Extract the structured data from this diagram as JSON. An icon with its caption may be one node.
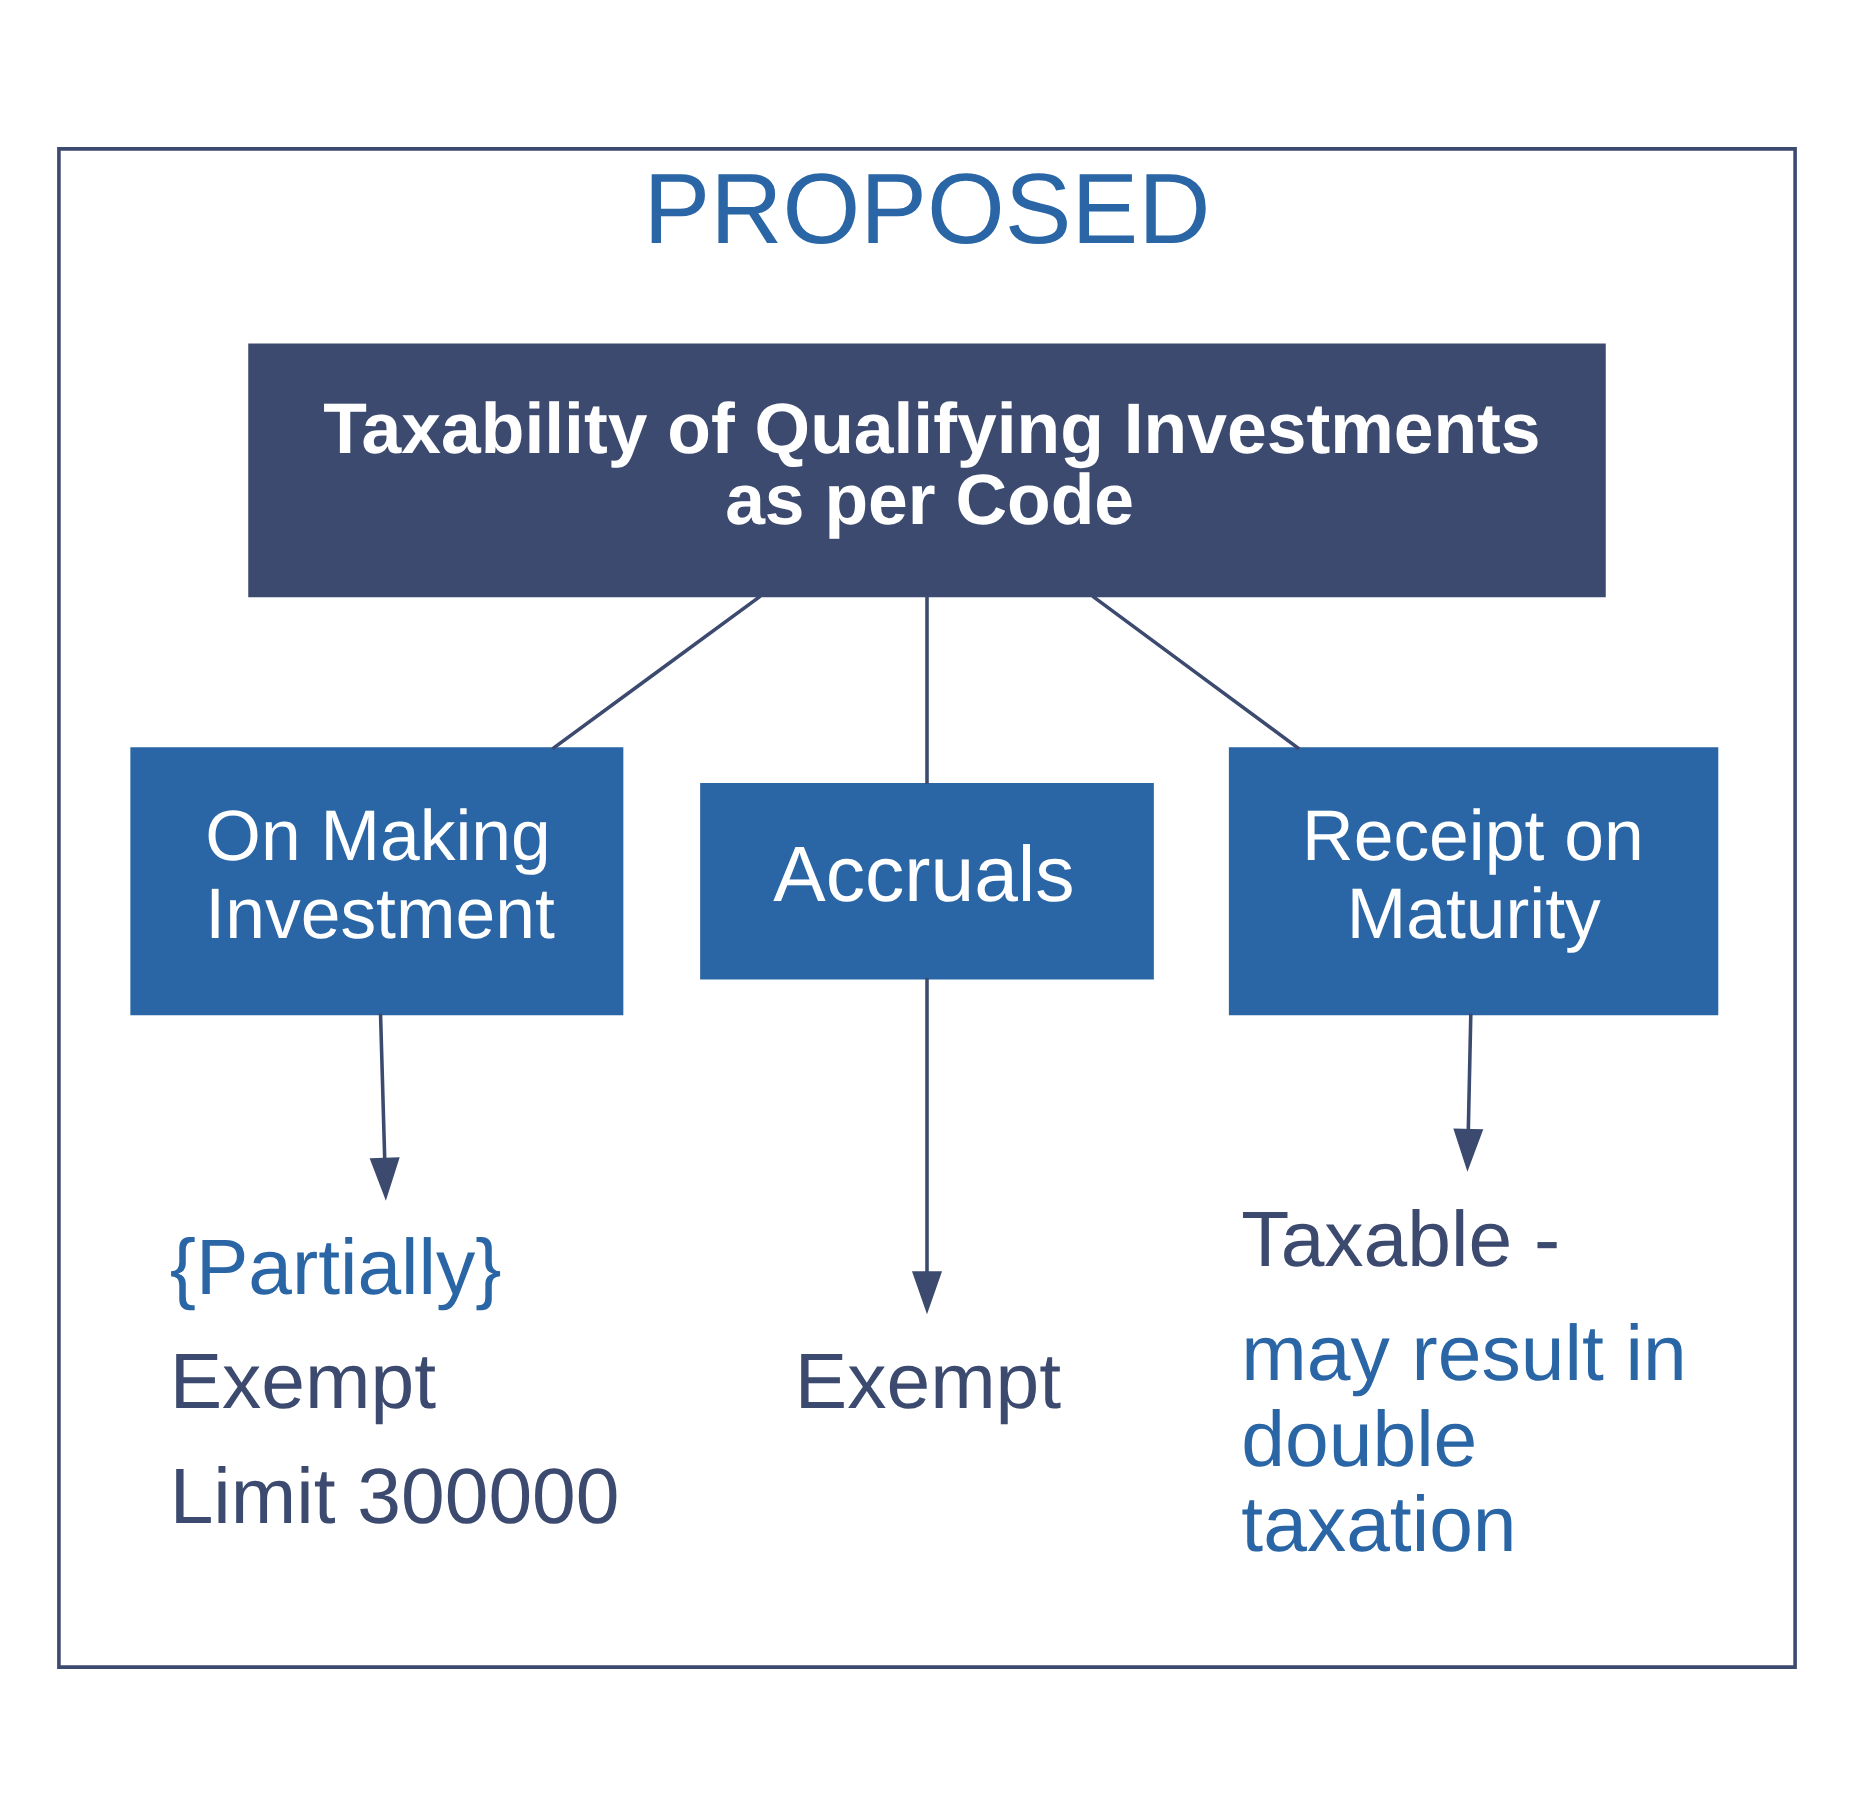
{
  "diagram": {
    "nodes": [
      {
        "text": [
          "PROPOSED"
        ]
      },
      {
        "text": [
          "Taxability of Qualifying Investments as per Code"
        ],
        "in": 0
      },
      {
        "text": [
          "On Making Investment"
        ],
        "in": 0
      },
      {
        "text": [
          "Accruals"
        ],
        "in": 0
      },
      {
        "text": [
          "Receipt on Maturity"
        ],
        "in": 0
      },
      {
        "text": [
          "{Partially}",
          "Exempt",
          "Limit 300000"
        ],
        "in": 0
      },
      {
        "text": [
          "Exempt"
        ],
        "in": 0
      },
      {
        "text": [
          "Taxable -",
          "may result in double taxation"
        ],
        "in": 0
      }
    ],
    "edges": [
      {
        "from": 1,
        "to": 2,
        "arrow": "none"
      },
      {
        "from": 1,
        "to": 3,
        "arrow": "none"
      },
      {
        "from": 1,
        "to": 4,
        "arrow": "none"
      },
      {
        "from": 2,
        "to": 5,
        "arrow": "to"
      },
      {
        "from": 3,
        "to": 6,
        "arrow": "to"
      },
      {
        "from": 4,
        "to": 7,
        "arrow": "to"
      }
    ]
  }
}
